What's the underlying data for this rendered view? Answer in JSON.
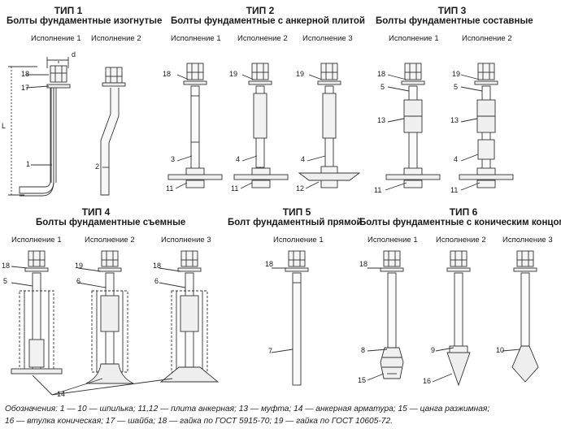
{
  "types": [
    {
      "id": "t1",
      "type_label": "ТИП 1",
      "subtitle": "Болты фундаментные изогнутые",
      "variants": [
        "Исполнение 1",
        "Исполнение 2"
      ]
    },
    {
      "id": "t2",
      "type_label": "ТИП 2",
      "subtitle": "Болты фундаментные с анкерной плитой",
      "variants": [
        "Исполнение 1",
        "Исполнение 2",
        "Исполнение 3"
      ]
    },
    {
      "id": "t3",
      "type_label": "ТИП 3",
      "subtitle": "Болты фундаментные составные",
      "variants": [
        "Исполнение 1",
        "Исполнение 2"
      ]
    },
    {
      "id": "t4",
      "type_label": "ТИП 4",
      "subtitle": "Болты фундаментные съемные",
      "variants": [
        "Исполнение 1",
        "Исполнение 2",
        "Исполнение 3"
      ]
    },
    {
      "id": "t5",
      "type_label": "ТИП 5",
      "subtitle": "Болт фундаментный прямой",
      "variants": [
        "Исполнение 1"
      ]
    },
    {
      "id": "t6",
      "type_label": "ТИП 6",
      "subtitle": "Болты фундаментные с коническим концом",
      "variants": [
        "Исполнение 1",
        "Исполнение 2",
        "Исполнение 3"
      ]
    }
  ],
  "dimension_labels": {
    "d": "d",
    "L": "L"
  },
  "callouts": {
    "t1v1": [
      "18",
      "17",
      "1"
    ],
    "t1v2": [
      "2"
    ],
    "t2v1": [
      "18",
      "3",
      "11"
    ],
    "t2v2": [
      "19",
      "4",
      "11"
    ],
    "t2v3": [
      "19",
      "4",
      "12"
    ],
    "t3v1": [
      "18",
      "5",
      "13",
      "11"
    ],
    "t3v2": [
      "19",
      "5",
      "13",
      "4",
      "11"
    ],
    "t4v1": [
      "18",
      "5"
    ],
    "t4v2": [
      "19",
      "6"
    ],
    "t4v3": [
      "18",
      "6"
    ],
    "t4shared": "14",
    "t5v1": [
      "18",
      "7"
    ],
    "t6v1": [
      "18",
      "8",
      "15"
    ],
    "t6v2": [
      "9",
      "16"
    ],
    "t6v3": [
      "10"
    ]
  },
  "legend": {
    "line1": "Обозначения: 1 — 10 — шпилька; 11,12 — плита анкерная; 13 — муфта; 14 — анкерная арматура; 15 — цанга разжимная;",
    "line2": "16 — втулка коническая; 17 — шайба; 18 — гайка по ГОСТ 5915-70; 19 — гайка по ГОСТ 10605-72."
  }
}
